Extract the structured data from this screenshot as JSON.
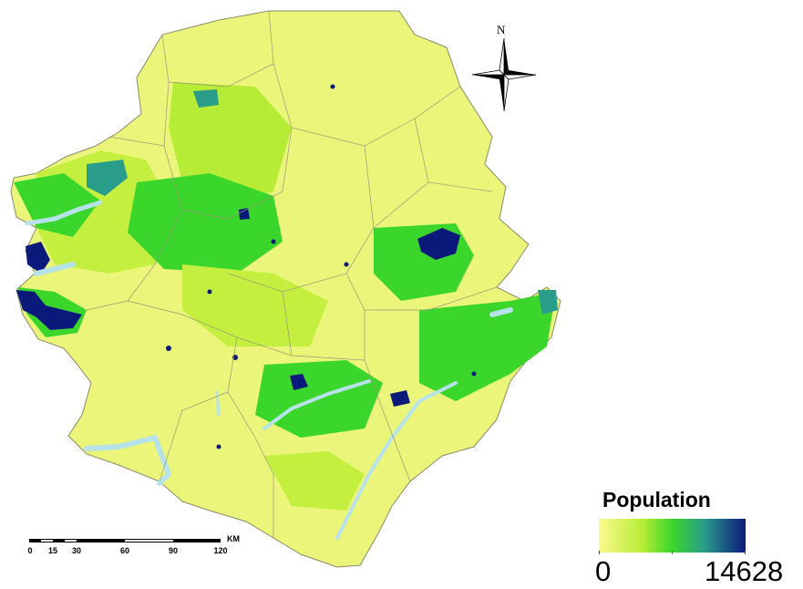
{
  "compass": {
    "letter": "N",
    "icon": "north-arrow-compass-icon"
  },
  "legend": {
    "title": "Population",
    "min_label": "0",
    "max_label": "14628",
    "colors": [
      "#fbfa8c",
      "#c4ef3e",
      "#3ad62c",
      "#2a9c8a",
      "#0b197a"
    ]
  },
  "scale_bar": {
    "unit": "KM",
    "ticks": [
      {
        "value": 0,
        "label": "0"
      },
      {
        "value": 15,
        "label": "15"
      },
      {
        "value": 30,
        "label": "30"
      },
      {
        "value": 60,
        "label": "60"
      },
      {
        "value": 90,
        "label": "90"
      },
      {
        "value": 120,
        "label": "120"
      }
    ]
  },
  "map": {
    "land_color": "#eaf57a",
    "water_color": "#b6e3ea",
    "border_color": "#8a8a6a",
    "population_colors": {
      "low": "#c4ef3e",
      "mid": "#3ad62c",
      "high": "#2a9c8a",
      "max": "#0b197a"
    }
  }
}
